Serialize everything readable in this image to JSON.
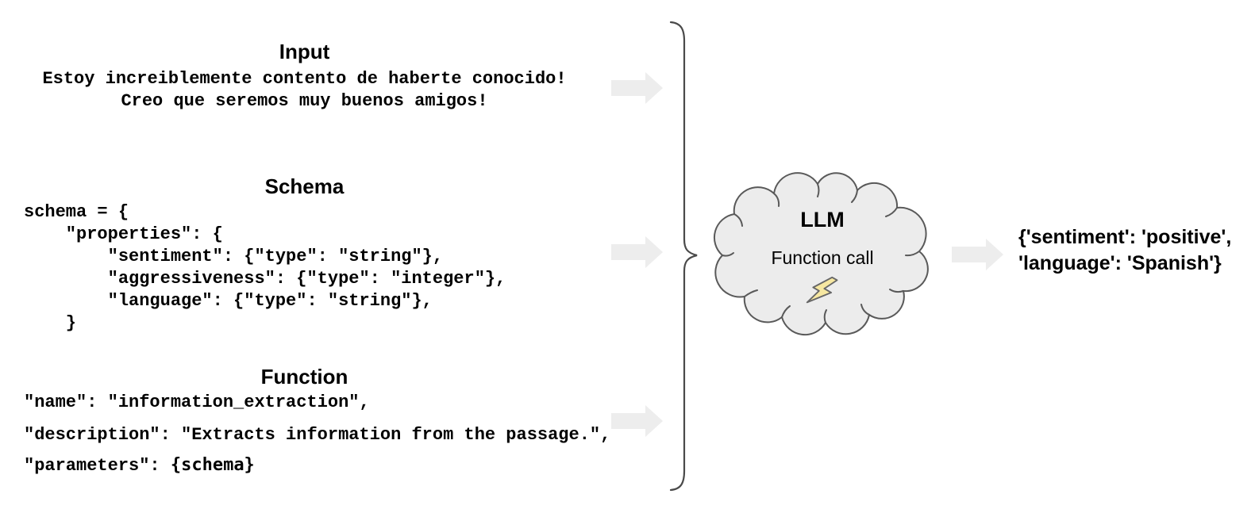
{
  "input_section": {
    "title": "Input",
    "text": "Estoy increiblemente contento de haberte conocido!\nCreo que seremos muy buenos amigos!"
  },
  "schema_section": {
    "title": "Schema",
    "code": "schema = {\n    \"properties\": {\n        \"sentiment\": {\"type\": \"string\"},\n        \"aggressiveness\": {\"type\": \"integer\"},\n        \"language\": {\"type\": \"string\"},\n    }"
  },
  "function_section": {
    "title": "Function",
    "name_line": "\"name\": \"information_extraction\",",
    "description_line": "\"description\": \"Extracts information from the passage.\",",
    "parameters_label": "\"parameters\": ",
    "parameters_value": "{schema}"
  },
  "llm": {
    "title": "LLM",
    "subtitle": "Function call",
    "bolt_icon": "lightning-bolt"
  },
  "output": {
    "text": "{'sentiment': 'positive',\n'language': 'Spanish'}"
  },
  "icons": {
    "flow_arrow": "right-block-arrow",
    "brace": "right-curly-brace"
  },
  "colors": {
    "arrow_fill": "#ededed",
    "cloud_fill": "#ececec",
    "cloud_stroke": "#595959",
    "brace_stroke": "#4a4a4a",
    "bolt_fill": "#f6e7a1",
    "bolt_stroke": "#666666",
    "text": "#000000",
    "background": "#ffffff"
  }
}
